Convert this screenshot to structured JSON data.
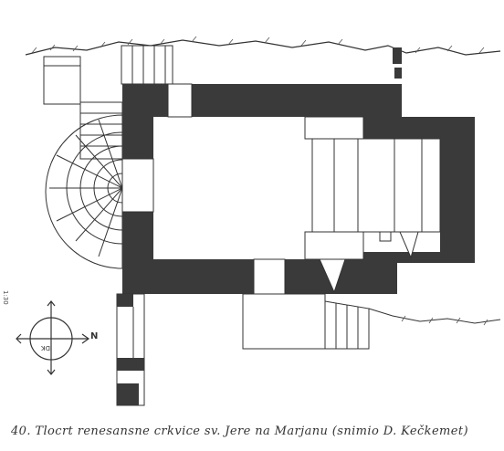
{
  "caption": "40. Tlocrt renesansne crkvice sv. Jere na Marjanu (snimio D. Kečkemet)",
  "scale_label": "1:30",
  "compass": {
    "north_label": "N",
    "survey_mark": "DK"
  },
  "colors": {
    "wall": "#3a3a3a",
    "line": "#333333",
    "paper": "#ffffff"
  }
}
